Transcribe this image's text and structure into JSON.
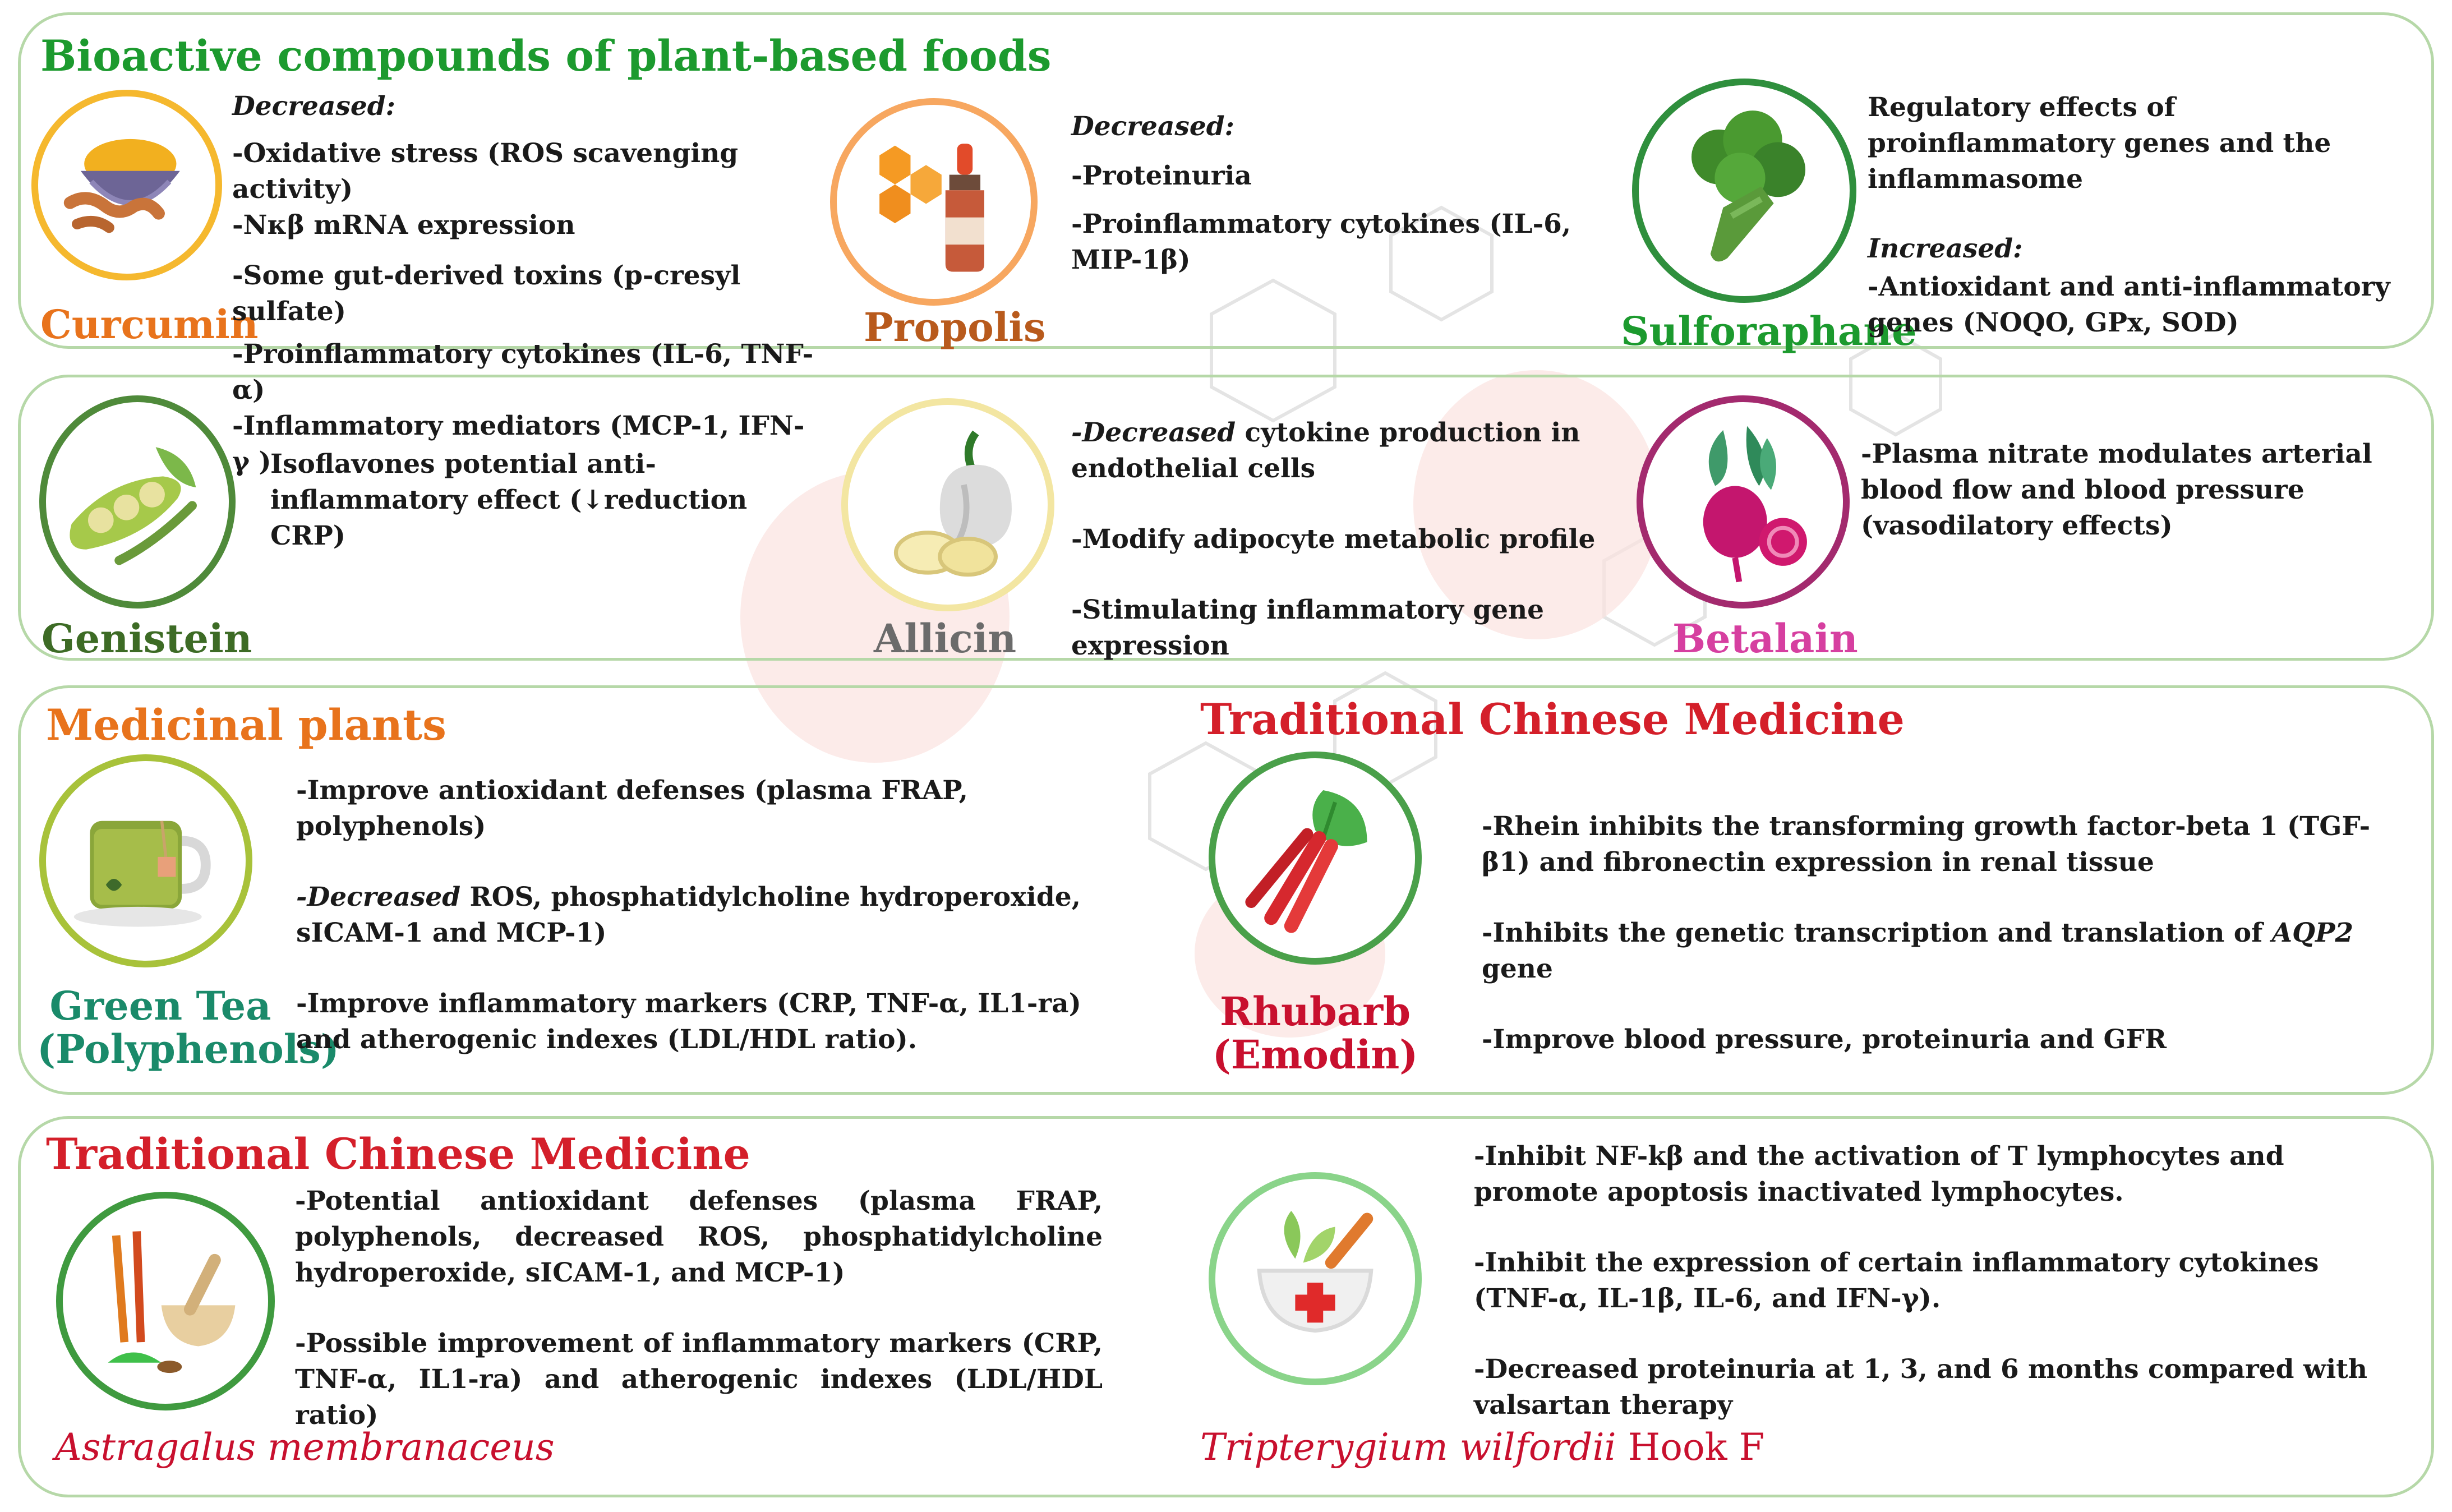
{
  "panel1": {
    "title": "Bioactive compounds of plant-based foods",
    "curcumin": {
      "name": "Curcumin",
      "heading": "Decreased:",
      "lines": [
        "-Oxidative stress (ROS scavenging activity)",
        "-Nκβ mRNA expression",
        "-Some gut-derived toxins (p-cresyl sulfate)",
        "-Proinflammatory cytokines (IL-6, TNF-α)",
        "-Inflammatory mediators (MCP-1, IFN-γ )"
      ]
    },
    "propolis": {
      "name": "Propolis",
      "heading": "Decreased:",
      "lines": [
        "-Proteinuria",
        "-Proinflammatory cytokines (IL-6, MIP-1β)"
      ]
    },
    "sulforaphane": {
      "name": "Sulforaphane",
      "intro": "Regulatory effects of proinflammatory genes and the inflammasome",
      "heading": "Increased:",
      "lines": [
        "-Antioxidant and anti-inflammatory genes (NOQO, GPx, SOD)"
      ]
    }
  },
  "panel2": {
    "genistein": {
      "name": "Genistein",
      "lines": [
        "Isoflavones potential anti-inflammatory effect (↓reduction CRP)"
      ]
    },
    "allicin": {
      "name": "Allicin",
      "line1_em": "-Decreased",
      "line1_rest": " cytokine production in endothelial cells",
      "line2": "-Modify adipocyte metabolic profile",
      "line3": "-Stimulating inflammatory gene expression"
    },
    "betalain": {
      "name": "Betalain",
      "lines": [
        "-Plasma nitrate  modulates arterial blood flow and blood pressure (vasodilatory effects)"
      ]
    }
  },
  "panel3": {
    "left_title": "Medicinal plants",
    "right_title": "Traditional Chinese Medicine",
    "greentea": {
      "name_line1": "Green Tea",
      "name_line2": "(Polyphenols)",
      "line1": "-Improve antioxidant defenses (plasma FRAP, polyphenols)",
      "line2_em": "-Decreased",
      "line2_rest": " ROS, phosphatidylcholine hydroperoxide, sICAM-1 and MCP-1)",
      "line3": "-Improve inflammatory markers (CRP, TNF-α, IL1-ra) and atherogenic indexes (LDL/HDL ratio)."
    },
    "rhubarb": {
      "name_line1": "Rhubarb",
      "name_line2": "(Emodin)",
      "line1": "-Rhein inhibits the transforming growth factor-beta 1 (TGF-β1) and fibronectin expression in renal tissue",
      "line2_pre": "-Inhibits the genetic transcription and translation of ",
      "line2_em": "AQP2",
      "line2_post": " gene",
      "line3": "-Improve  blood pressure, proteinuria and GFR"
    }
  },
  "panel4": {
    "title": "Traditional Chinese Medicine",
    "astragalus": {
      "name": "Astragalus membranaceus",
      "line1": "-Potential antioxidant defenses (plasma FRAP, polyphenols, decreased ROS, phosphatidylcholine hydroperoxide, sICAM-1, and MCP-1)",
      "line2": "-Possible improvement of inflammatory markers (CRP, TNF-α, IL1-ra) and atherogenic indexes (LDL/HDL ratio)"
    },
    "tripterygium": {
      "name_em": "Tripterygium wilfordii",
      "name_rest": " Hook F",
      "line1": "-Inhibit NF-kβ and the activation of T lymphocytes and promote apoptosis inactivated lymphocytes.",
      "line2": "-Inhibit the expression of certain inflammatory cytokines (TNF-α, IL-1β, IL-6, and IFN-γ).",
      "line3": "-Decreased proteinuria at  1, 3, and 6 months compared with valsartan therapy"
    }
  },
  "colors": {
    "green_title": "#1c9a2e",
    "orange": "#e8731c",
    "brown": "#b85a1c",
    "dark_green": "#3d6b25",
    "teal": "#1a8a6a",
    "gray": "#6b6b6b",
    "pink": "#d63fa0",
    "red": "#d41f2a",
    "crimson": "#c8102e",
    "panel_border": "#b6d8a8"
  },
  "icons": [
    "turmeric-bowl-icon",
    "propolis-bottle-icon",
    "broccoli-icon",
    "soybean-icon",
    "garlic-icon",
    "beetroot-icon",
    "green-tea-cup-icon",
    "rhubarb-icon",
    "mortar-herbs-icon",
    "herbal-bowl-cross-icon"
  ]
}
